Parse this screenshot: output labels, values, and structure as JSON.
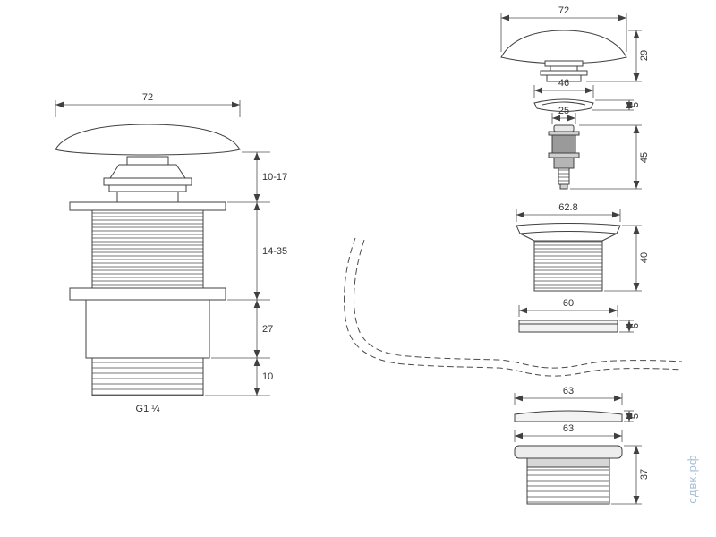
{
  "drawing": {
    "line_color": "#404040",
    "assembled": {
      "width": "72",
      "thread_label": "G1 ¼",
      "dim_cap_height": "10-17",
      "dim_upper_height": "14-35",
      "dim_body_height": "27",
      "dim_tail_height": "10"
    },
    "exploded": {
      "cap": {
        "width": "72",
        "height": "29"
      },
      "ring": {
        "width": "46",
        "height": "5"
      },
      "plunger": {
        "width": "25",
        "height": "45"
      },
      "body": {
        "width": "62.8",
        "height": "40"
      },
      "washer": {
        "width": "60",
        "height": "6"
      },
      "gasket": {
        "width": "63",
        "height": "5"
      },
      "nut": {
        "width": "63",
        "height": "37"
      }
    },
    "watermark": {
      "text": "сдвк.рф",
      "color": "#a6c0d8"
    }
  }
}
